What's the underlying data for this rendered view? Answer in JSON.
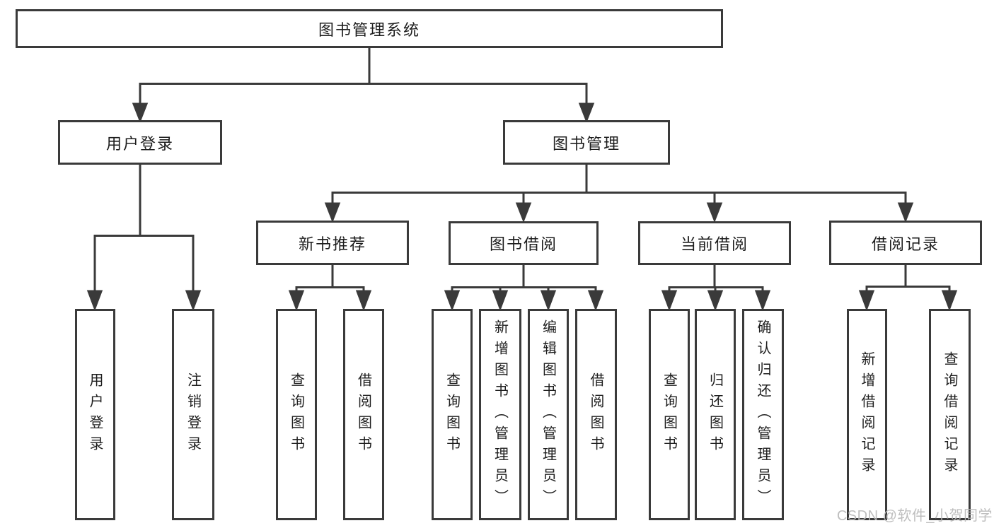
{
  "colors": {
    "line": "#3a3a3a",
    "text": "#1d1d1d",
    "background": "#ffffff",
    "watermark_text": "#b9b9b9"
  },
  "tree": {
    "root": "图书管理系统",
    "level2": [
      "用户登录",
      "图书管理"
    ],
    "level3": [
      "新书推荐",
      "图书借阅",
      "当前借阅",
      "借阅记录"
    ],
    "leaves_user_login": [
      "用户登录",
      "注销登录"
    ],
    "leaves_new_books": [
      "查询图书",
      "借阅图书"
    ],
    "leaves_book_borrow": [
      "查询图书",
      "新增图书（管理员）",
      "编辑图书（管理员）",
      "借阅图书"
    ],
    "leaves_current_borrow": [
      "查询图书",
      "归还图书",
      "确认归还（管理员）"
    ],
    "leaves_borrow_records": [
      "新增借阅记录",
      "查询借阅记录"
    ]
  },
  "watermark": "CSDN @软件_小贺同学"
}
